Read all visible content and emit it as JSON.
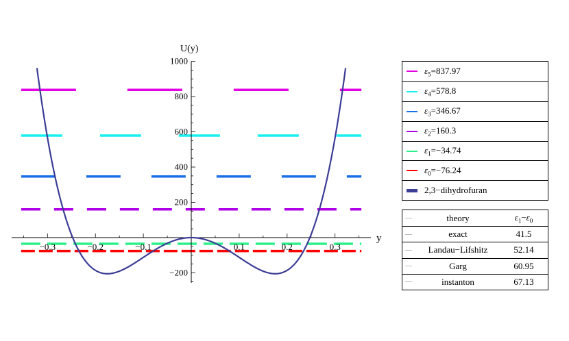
{
  "chart_data": {
    "type": "line",
    "xlabel": "y",
    "ylabel": "U(y)",
    "xlim": [
      -0.355,
      0.355
    ],
    "ylim": [
      -250,
      1000
    ],
    "x_ticks": [
      -0.3,
      -0.2,
      -0.1,
      0.1,
      0.2,
      0.3
    ],
    "x_tick_labels": [
      "−0.3",
      "−0.2",
      "−0.1",
      "0.1",
      "0.2",
      "0.3"
    ],
    "y_ticks": [
      -200,
      200,
      400,
      600,
      800,
      1000
    ],
    "y_tick_labels": [
      "−200",
      "200",
      "400",
      "600",
      "800",
      "1000"
    ],
    "potential": {
      "name": "2,3−dihydrofuran",
      "color": "#3b3d96",
      "barrier_y": 0,
      "minimum_y": -205,
      "minimum_x": 0.175
    },
    "levels": [
      {
        "symbol": "ε",
        "index": "5",
        "text": "=837.97",
        "value": 837.97,
        "color": "#e400e4",
        "dash": [
          80,
          75
        ]
      },
      {
        "symbol": "ε",
        "index": "4",
        "text": "=578.8",
        "value": 578.8,
        "color": "#19f0f0",
        "dash": [
          60,
          55
        ]
      },
      {
        "symbol": "ε",
        "index": "3",
        "text": "=346.67",
        "value": 346.67,
        "color": "#1a6fe8",
        "dash": [
          50,
          45
        ]
      },
      {
        "symbol": "ε",
        "index": "2",
        "text": "=160.3",
        "value": 160.3,
        "color": "#b000e8",
        "dash": [
          28,
          20
        ]
      },
      {
        "symbol": "ε",
        "index": "1",
        "text": "=−34.74",
        "value": -34.74,
        "color": "#2cf08a",
        "dash": [
          28,
          10
        ]
      },
      {
        "symbol": "ε",
        "index": "0",
        "text": "=−76.24",
        "value": -76.24,
        "color": "#ff0000",
        "dash": [
          20,
          6
        ]
      }
    ],
    "comparison_table": {
      "headers": [
        "theory",
        "ε1−ε0"
      ],
      "rows": [
        {
          "method": "exact",
          "value": "41.5"
        },
        {
          "method": "Landau−Lifshitz",
          "value": "52.14"
        },
        {
          "method": "Garg",
          "value": "60.95"
        },
        {
          "method": "instanton",
          "value": "67.13"
        }
      ]
    }
  }
}
